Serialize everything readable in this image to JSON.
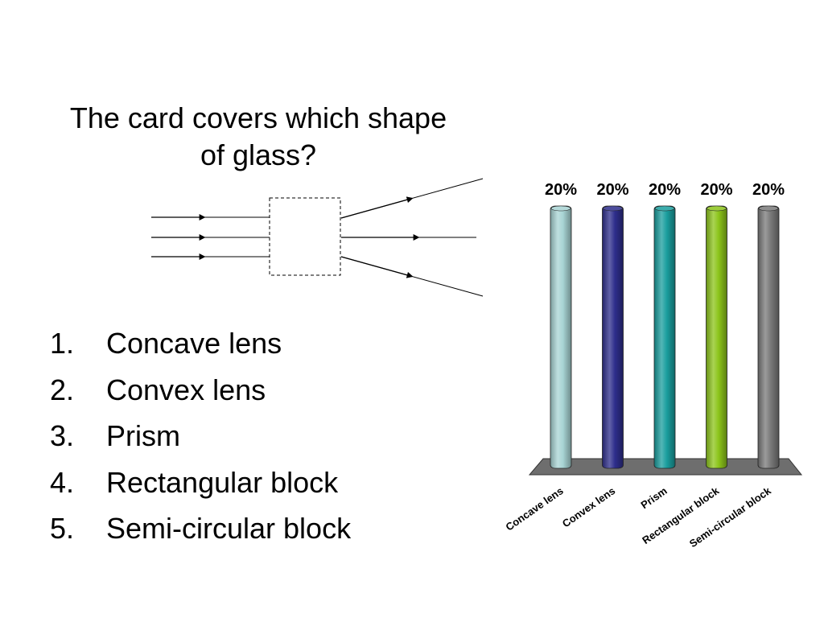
{
  "question": {
    "line1": "The card covers which shape",
    "line2": "of glass?"
  },
  "options": [
    {
      "number": "1.",
      "label": "Concave lens"
    },
    {
      "number": "2.",
      "label": "Convex lens"
    },
    {
      "number": "3.",
      "label": "Prism"
    },
    {
      "number": "4.",
      "label": "Rectangular block"
    },
    {
      "number": "5.",
      "label": "Semi-circular block"
    }
  ],
  "chart_data": {
    "type": "bar",
    "categories": [
      "Concave lens",
      "Convex lens",
      "Prism",
      "Rectangular block",
      "Semi-circular block"
    ],
    "values": [
      20,
      20,
      20,
      20,
      20
    ],
    "value_labels": [
      "20%",
      "20%",
      "20%",
      "20%",
      "20%"
    ],
    "colors": [
      "#a8d4d4",
      "#2e2e8c",
      "#1a9e9e",
      "#8cc41a",
      "#7a7a7a"
    ],
    "title": "",
    "xlabel": "",
    "ylabel": "",
    "ylim": [
      0,
      20
    ],
    "grid": false,
    "legend": "none"
  }
}
